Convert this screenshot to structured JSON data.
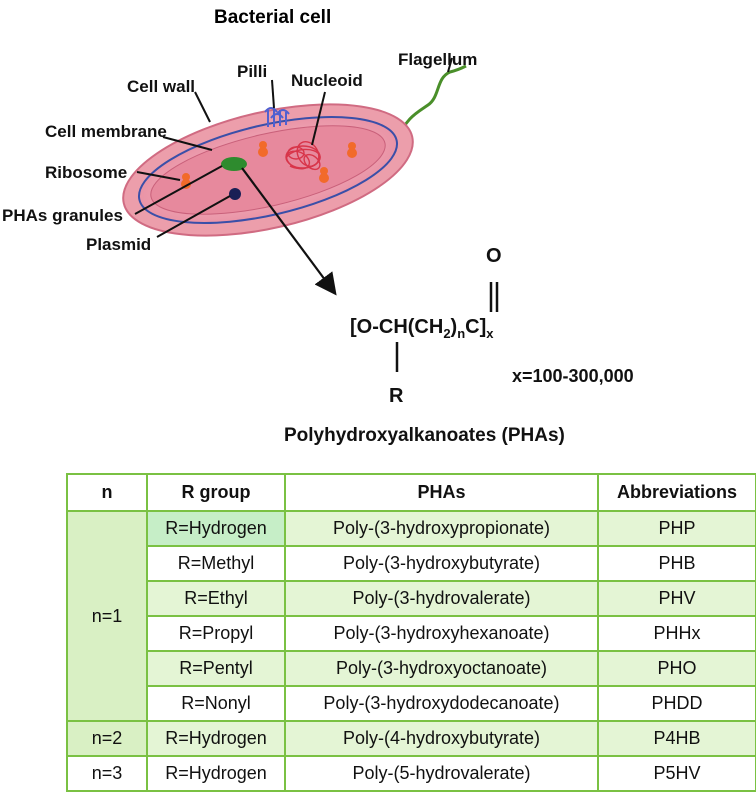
{
  "colors": {
    "cell_outer": "#ec9eab",
    "cell_inner": "#e07d95",
    "membrane_line": "#3a4fa8",
    "pha_granule": "#2e8b2e",
    "plasmid": "#1a1f55",
    "ribosome": "#f26a2a",
    "nucleoid": "#d8354a",
    "pili": "#5060d0",
    "flagellum": "#4a8f2a",
    "table_border": "#7ac143",
    "table_shade": "#e4f5d5",
    "table_n_fill": "#d9f0c4"
  },
  "diagram": {
    "title": "Bacterial cell",
    "labels": {
      "cell_wall": "Cell wall",
      "pilli": "Pilli",
      "nucleoid": "Nucleoid",
      "flagellum": "Flagellum",
      "cell_membrane": "Cell membrane",
      "ribosome": "Ribosome",
      "pha_granules": "PHAs granules",
      "plasmid": "Plasmid"
    },
    "formula": {
      "oxygen": "O",
      "prefix": "[O-CH(CH",
      "sub_2": "2",
      "close": ")",
      "sub_n": "n",
      "suffix": "C]",
      "sub_x": "x",
      "r": "R",
      "degree": "x=100-300,000",
      "name": "Polyhydroxyalkanoates (PHAs)"
    }
  },
  "table": {
    "headers": [
      "n",
      "R group",
      "PHAs",
      "Abbreviations"
    ],
    "groups": [
      {
        "n": "n=1",
        "rows": [
          {
            "r": "R=Hydrogen",
            "pha": "Poly-(3-hydroxypropionate)",
            "abbr": "PHP"
          },
          {
            "r": "R=Methyl",
            "pha": "Poly-(3-hydroxybutyrate)",
            "abbr": "PHB"
          },
          {
            "r": "R=Ethyl",
            "pha": "Poly-(3-hydrovalerate)",
            "abbr": "PHV"
          },
          {
            "r": "R=Propyl",
            "pha": "Poly-(3-hydroxyhexanoate)",
            "abbr": "PHHx"
          },
          {
            "r": "R=Pentyl",
            "pha": "Poly-(3-hydroxyoctanoate)",
            "abbr": "PHO"
          },
          {
            "r": "R=Nonyl",
            "pha": "Poly-(3-hydroxydodecanoate)",
            "abbr": "PHDD"
          }
        ]
      },
      {
        "n": "n=2",
        "rows": [
          {
            "r": "R=Hydrogen",
            "pha": "Poly-(4-hydroxybutyrate)",
            "abbr": "P4HB"
          }
        ]
      },
      {
        "n": "n=3",
        "rows": [
          {
            "r": "R=Hydrogen",
            "pha": "Poly-(5-hydrovalerate)",
            "abbr": "P5HV"
          }
        ]
      }
    ]
  }
}
